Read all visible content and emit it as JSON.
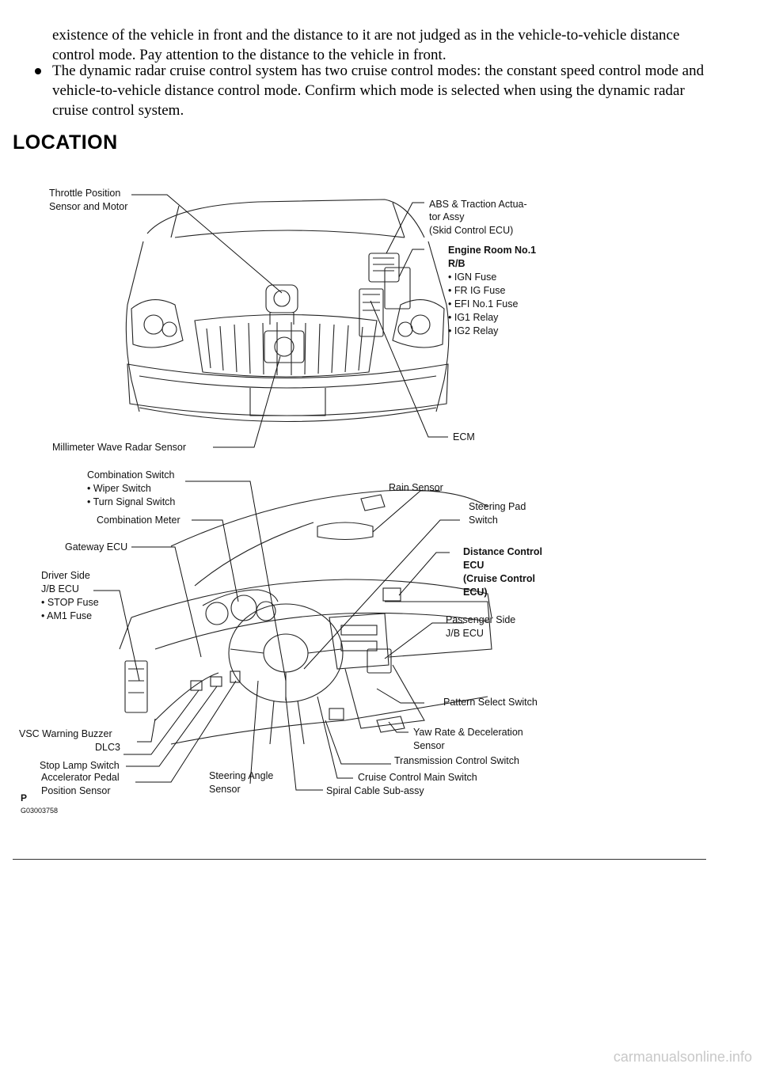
{
  "paragraph_cont": "existence of the vehicle in front and the distance to it are not judged as in the vehicle-to-vehicle distance control mode. Pay attention to the distance to the vehicle in front.",
  "bullet_text": "The dynamic radar cruise control system has two cruise control modes: the constant speed control mode and vehicle-to-vehicle distance control mode. Confirm which mode is selected when using the dynamic radar cruise control system.",
  "section_heading": "LOCATION",
  "figure": {
    "top_labels": {
      "throttle_1": "Throttle Position",
      "throttle_2": "Sensor and Motor",
      "abs_1": "ABS & Traction Actua-",
      "abs_2": "tor Assy",
      "abs_3": "(Skid Control ECU)",
      "er_1": "Engine Room No.1",
      "er_2": "R/B",
      "er_3": "• IGN Fuse",
      "er_4": "• FR IG Fuse",
      "er_5": "• EFI No.1 Fuse",
      "er_6": "• IG1 Relay",
      "er_7": "• IG2 Relay",
      "ecm": "ECM",
      "radar": "Millimeter Wave Radar Sensor"
    },
    "bottom_labels": {
      "combo_sw_1": "Combination Switch",
      "combo_sw_2": "• Wiper Switch",
      "combo_sw_3": "• Turn Signal Switch",
      "combo_meter": "Combination Meter",
      "gateway": "Gateway ECU",
      "driver_1": "Driver Side",
      "driver_2": "J/B ECU",
      "driver_3": "• STOP Fuse",
      "driver_4": "• AM1 Fuse",
      "rain": "Rain Sensor",
      "pad_1": "Steering Pad",
      "pad_2": "Switch",
      "dist_1": "Distance Control",
      "dist_2": "ECU",
      "dist_3": "(Cruise Control",
      "dist_4": "ECU)",
      "pass_1": "Passenger Side",
      "pass_2": "J/B ECU",
      "pattern": "Pattern Select Switch",
      "yaw_1": "Yaw Rate & Deceleration",
      "yaw_2": "Sensor",
      "trans": "Transmission Control Switch",
      "cruise_main": "Cruise Control Main Switch",
      "spiral": "Spiral Cable Sub-assy",
      "angle_1": "Steering Angle",
      "angle_2": "Sensor",
      "vsc": "VSC Warning Buzzer",
      "dlc3": "DLC3",
      "stop_lamp": "Stop Lamp Switch",
      "accel_1": "Accelerator Pedal",
      "accel_2": "Position Sensor"
    },
    "code_p": "P",
    "code_id": "G03003758"
  },
  "watermark": "carmanualsonline.info"
}
